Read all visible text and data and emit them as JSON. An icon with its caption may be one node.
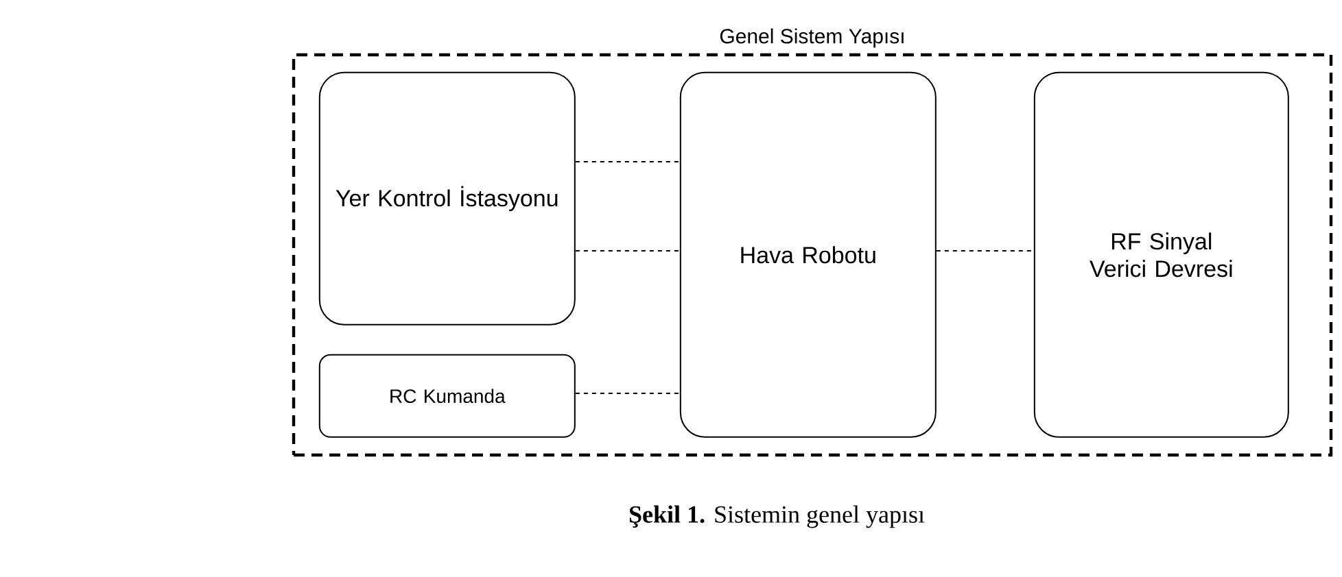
{
  "diagram": {
    "caption": "**Şekil 1.** Sistemin genel yapısı",
    "nodes": [
      {
        "text": [
          "Genel Sistem Yapısı"
        ]
      },
      {
        "text": [
          "Yer Kontrol İstasyonu"
        ],
        "in": 0
      },
      {
        "text": [
          "RC Kumanda"
        ],
        "in": 0
      },
      {
        "text": [
          "Hava Robotu"
        ],
        "in": 0
      },
      {
        "text": [
          "RF Sinyal Verici Devresi"
        ],
        "in": 0
      }
    ],
    "edges": [
      {
        "from": 1,
        "to": 3,
        "arrow": "none",
        "style": "dashed"
      },
      {
        "from": 1,
        "to": 3,
        "arrow": "none",
        "style": "dashed"
      },
      {
        "from": 2,
        "to": 3,
        "arrow": "none",
        "style": "dashed"
      },
      {
        "from": 3,
        "to": 4,
        "arrow": "none",
        "style": "dashed"
      }
    ]
  }
}
